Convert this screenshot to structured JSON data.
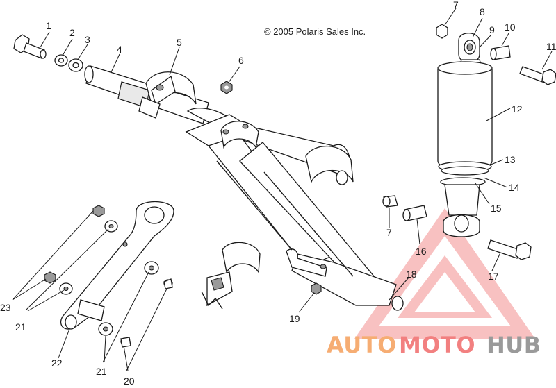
{
  "copyright": "© 2005 Polaris Sales Inc.",
  "callouts": [
    "1",
    "2",
    "3",
    "4",
    "5",
    "6",
    "7",
    "8",
    "9",
    "10",
    "11",
    "12",
    "13",
    "14",
    "15",
    "7",
    "16",
    "17",
    "18",
    "19",
    "20",
    "21",
    "21",
    "22",
    "23"
  ],
  "watermark": {
    "auto": "AUTO",
    "moto": "MOTO",
    "hub": "HUB",
    "colors": {
      "auto": "#f6ad73",
      "moto": "#f28080",
      "hub": "#9a9a9a",
      "triangle": "#ef4a4a"
    }
  }
}
